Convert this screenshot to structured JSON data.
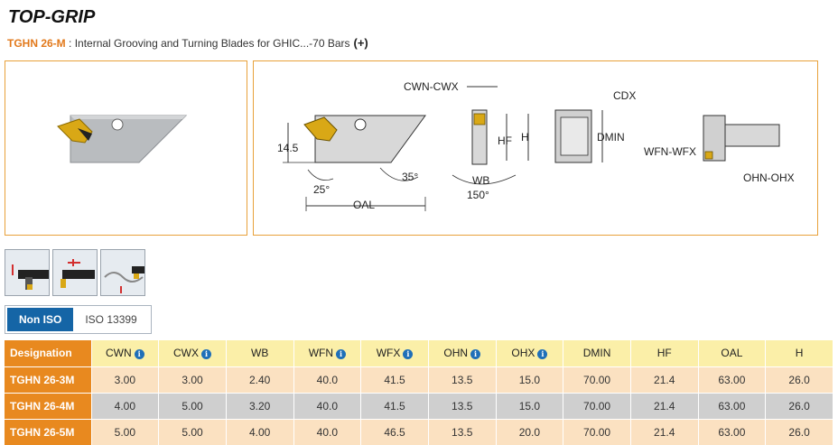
{
  "brand": {
    "logo_text": "TOP-GRIP"
  },
  "header": {
    "code": "TGHN 26-M",
    "separator": " : ",
    "description": "Internal Grooving and Turning Blades for GHIC...-70 Bars",
    "expand_label": "(+)"
  },
  "diagram": {
    "labels": {
      "cwn_cwx": "CWN-CWX",
      "cdx": "CDX",
      "h145": "14.5",
      "hf": "HF",
      "h": "H",
      "dmin": "DMIN",
      "wfn_wfx": "WFN-WFX",
      "ohn_ohx": "OHN-OHX",
      "a25": "25°",
      "a35": "35°",
      "wb": "WB",
      "a150": "150°",
      "oal": "OAL"
    }
  },
  "standard_toggle": {
    "options": [
      "Non ISO",
      "ISO 13399"
    ],
    "selected": "Non ISO"
  },
  "table": {
    "designation_header": "Designation",
    "columns": [
      {
        "key": "CWN",
        "info": true
      },
      {
        "key": "CWX",
        "info": true
      },
      {
        "key": "WB",
        "info": false
      },
      {
        "key": "WFN",
        "info": true
      },
      {
        "key": "WFX",
        "info": true
      },
      {
        "key": "OHN",
        "info": true
      },
      {
        "key": "OHX",
        "info": true
      },
      {
        "key": "DMIN",
        "info": false
      },
      {
        "key": "HF",
        "info": false
      },
      {
        "key": "OAL",
        "info": false
      },
      {
        "key": "H",
        "info": false
      }
    ],
    "rows": [
      {
        "designation": "TGHN 26-3M",
        "values": [
          "3.00",
          "3.00",
          "2.40",
          "40.0",
          "41.5",
          "13.5",
          "15.0",
          "70.00",
          "21.4",
          "63.00",
          "26.0"
        ]
      },
      {
        "designation": "TGHN 26-4M",
        "values": [
          "4.00",
          "5.00",
          "3.20",
          "40.0",
          "41.5",
          "13.5",
          "15.0",
          "70.00",
          "21.4",
          "63.00",
          "26.0"
        ]
      },
      {
        "designation": "TGHN 26-5M",
        "values": [
          "5.00",
          "5.00",
          "4.00",
          "40.0",
          "46.5",
          "13.5",
          "20.0",
          "70.00",
          "21.4",
          "63.00",
          "26.0"
        ]
      }
    ]
  },
  "colors": {
    "accent_orange": "#e8891f",
    "header_yellow": "#fbefa8",
    "row_peach": "#fbe1c1",
    "row_gray": "#cfcfcf",
    "toggle_blue": "#1565a6",
    "info_blue": "#1f6fb8"
  }
}
